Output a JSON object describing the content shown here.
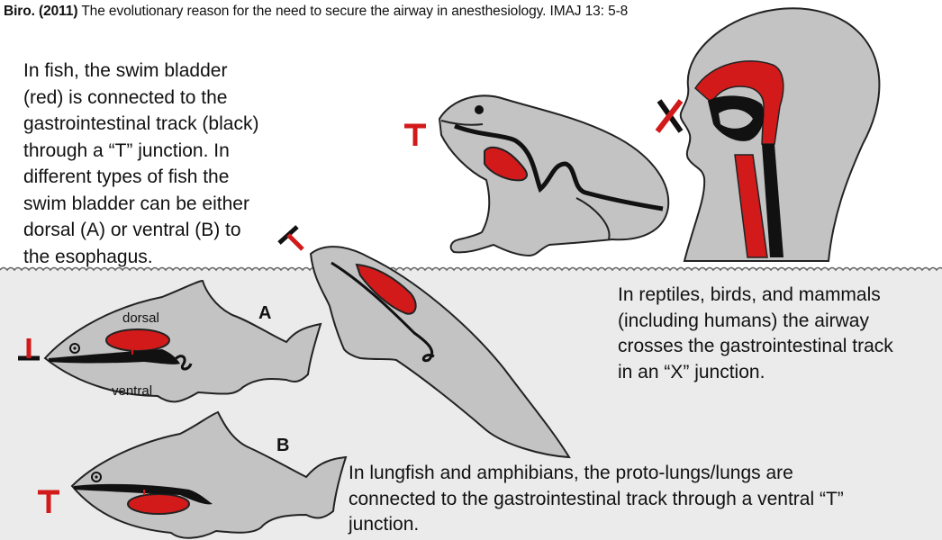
{
  "citation": {
    "author": "Biro.",
    "year": "(2011)",
    "rest": " The evolutionary reason for the need to secure the airway in anesthesiology. IMAJ 13: 5-8"
  },
  "paragraphs": {
    "fish": "In fish, the swim bladder\n(red) is connected to the\ngastrointestinal track (black)\nthrough a “T” junction.  In\ndifferent types of fish the\nswim bladder can be either\ndorsal (A) or ventral (B) to\nthe esophagus.",
    "reptiles": "In reptiles, birds, and mammals\n(including humans) the airway\ncrosses the gastrointestinal track\nin an “X” junction.",
    "lungfish": "In lungfish and amphibians, the proto-lungs/lungs are\nconnected to the gastrointestinal track through a ventral “T”\njunction."
  },
  "labels": {
    "dorsal": "dorsal",
    "ventral": "ventral",
    "fish_a": "A",
    "fish_b": "B"
  },
  "colors": {
    "swim_bladder": "#d21a1a",
    "gi_track": "#111111",
    "body": "#c3c3c3",
    "water": "#ebebeb"
  }
}
